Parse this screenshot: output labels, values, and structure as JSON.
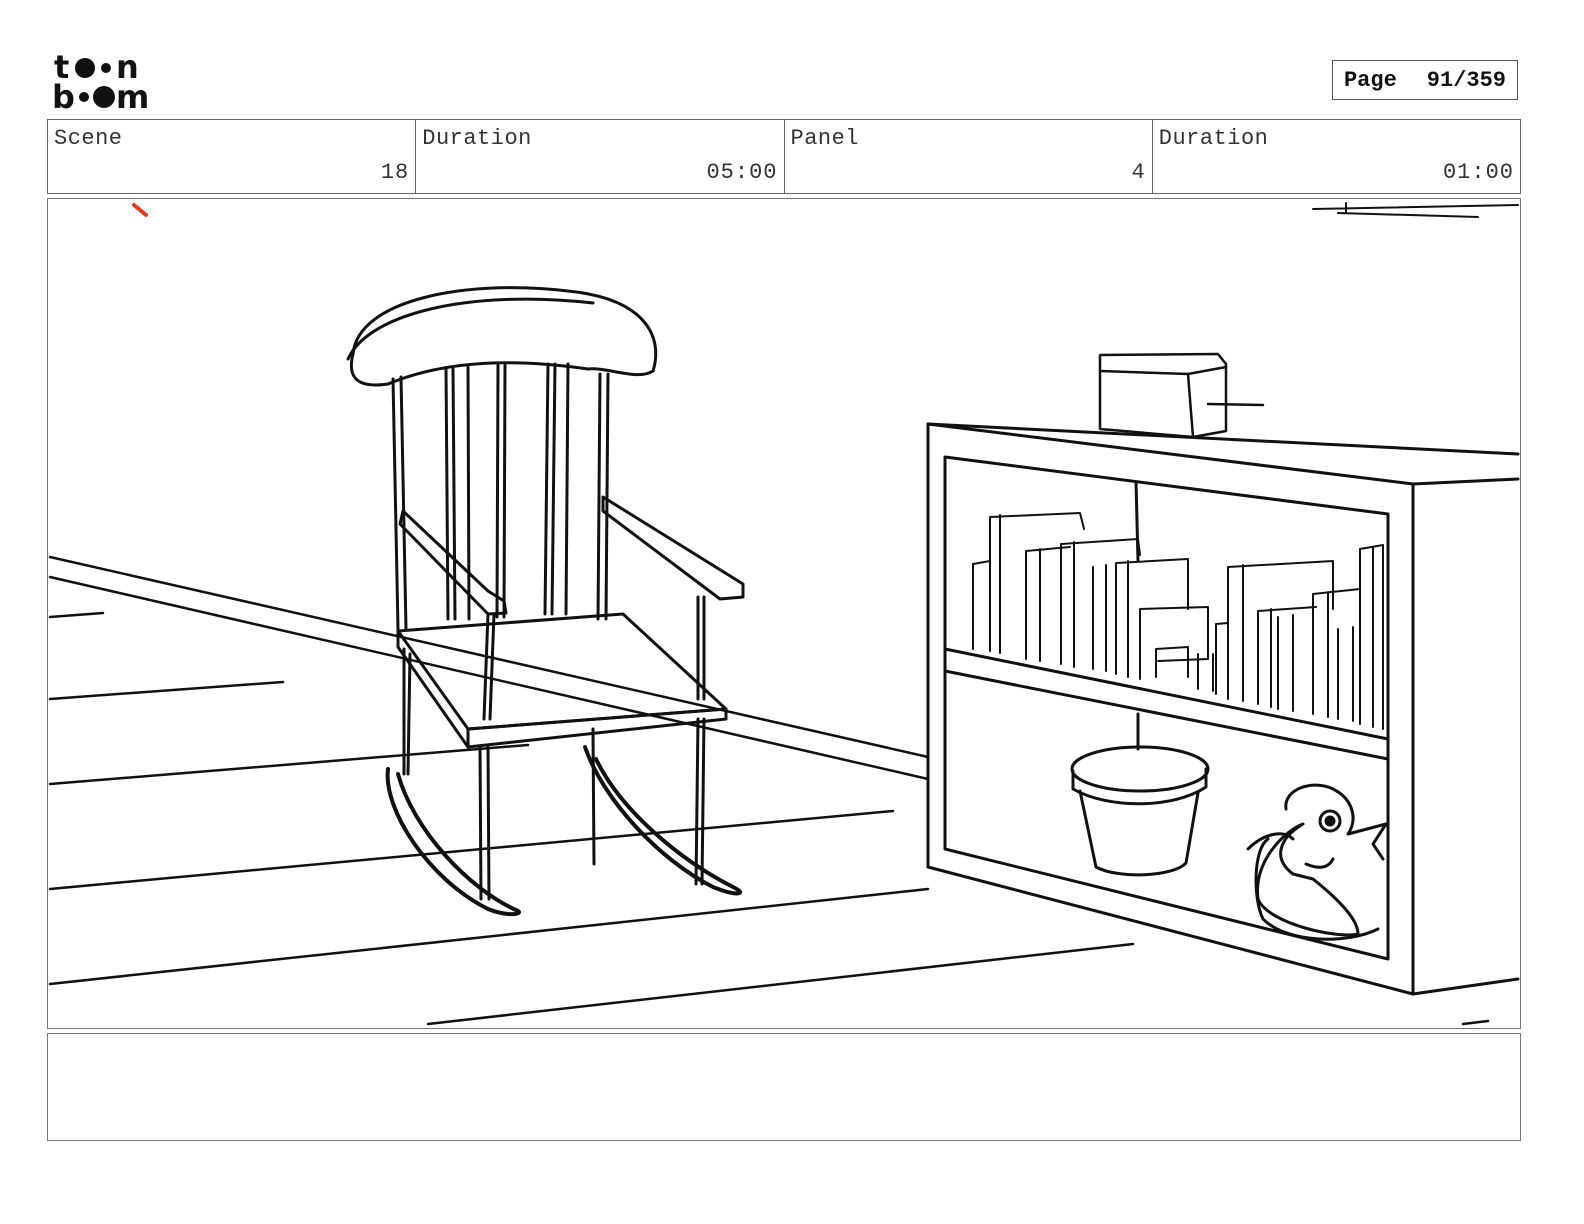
{
  "header": {
    "logo_text": [
      "toon",
      "boom"
    ],
    "page_label": "Page",
    "page_number": "91/359"
  },
  "info": {
    "scene_label": "Scene",
    "scene_value": "18",
    "scene_duration_label": "Duration",
    "scene_duration_value": "05:00",
    "panel_label": "Panel",
    "panel_value": "4",
    "panel_duration_label": "Duration",
    "panel_duration_value": "01:00"
  },
  "panel_sketch": {
    "objects": [
      "rocking-chair",
      "bookshelf",
      "books",
      "box",
      "flower-pot",
      "rubber-duck"
    ],
    "stroke_color": "#111111",
    "accent_color": "#e53b1c"
  },
  "notes": {
    "text": ""
  }
}
